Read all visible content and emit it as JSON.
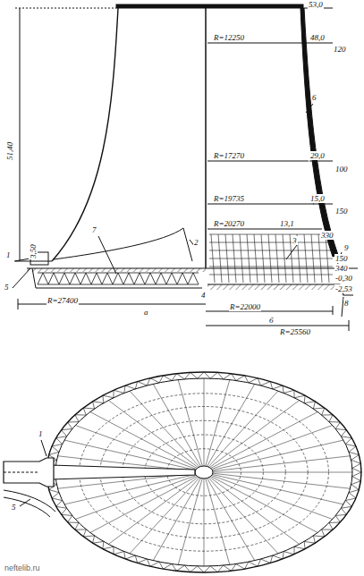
{
  "diagram": {
    "labels": [
      "53,0",
      "R=12250",
      "48,0",
      "120",
      "6",
      "51,40",
      "R=17270",
      "29,0",
      "100",
      "R=19735",
      "15,0",
      "150",
      "R=20270",
      "13,1",
      "3",
      "330",
      "9",
      "150",
      "340",
      "-0,30",
      "-2,53",
      "8",
      "1",
      "3,50",
      "5",
      "7",
      "2",
      "4",
      "R=27400",
      "R=22000",
      "а",
      "б",
      "R=25560",
      "1",
      "5",
      "neftelib.ru"
    ]
  }
}
